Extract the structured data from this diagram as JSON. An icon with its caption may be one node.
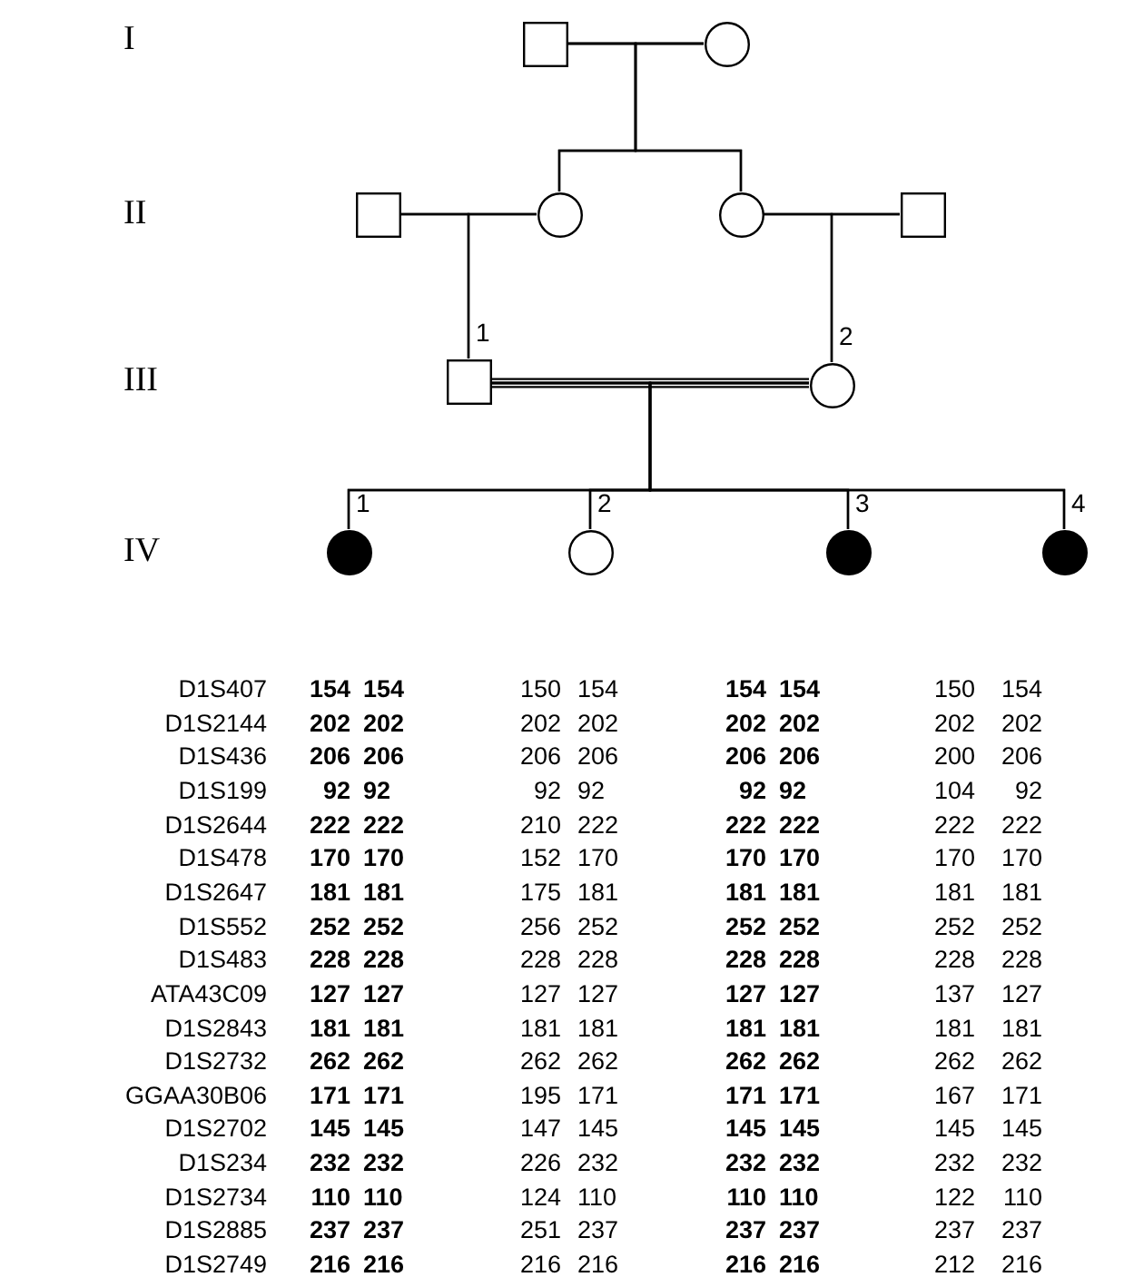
{
  "diagram": {
    "nodes": [
      {
        "text": [],
        "shape": "square"
      },
      {
        "text": [],
        "shape": "circle"
      },
      {
        "text": [],
        "shape": "square"
      },
      {
        "text": [],
        "shape": "circle"
      },
      {
        "text": [],
        "shape": "circle"
      },
      {
        "text": [],
        "shape": "square"
      },
      {
        "text": [],
        "shape": "square",
        "beside": [
          "1"
        ]
      },
      {
        "text": [],
        "shape": "circle",
        "beside": [
          "2"
        ]
      },
      {
        "text": [],
        "shape": "disc",
        "beside": [
          "1"
        ]
      },
      {
        "text": [],
        "shape": "circle",
        "beside": [
          "2"
        ]
      },
      {
        "text": [],
        "shape": "disc",
        "beside": [
          "3"
        ]
      },
      {
        "text": [],
        "shape": "disc",
        "beside": [
          "4"
        ]
      }
    ],
    "edges": [
      {
        "from": 0,
        "to": 1,
        "arrow": "none"
      },
      {
        "from": 0,
        "to": 3,
        "arrow": "none"
      },
      {
        "from": 1,
        "to": 3,
        "arrow": "none"
      },
      {
        "from": 0,
        "to": 4,
        "arrow": "none"
      },
      {
        "from": 1,
        "to": 4,
        "arrow": "none"
      },
      {
        "from": 2,
        "to": 3,
        "arrow": "none"
      },
      {
        "from": 4,
        "to": 5,
        "arrow": "none"
      },
      {
        "from": 2,
        "to": 6,
        "arrow": "none"
      },
      {
        "from": 3,
        "to": 6,
        "arrow": "none"
      },
      {
        "from": 4,
        "to": 7,
        "arrow": "none"
      },
      {
        "from": 5,
        "to": 7,
        "arrow": "none"
      },
      {
        "from": 6,
        "to": 7,
        "arrow": "none"
      },
      {
        "from": 6,
        "to": 8,
        "arrow": "none"
      },
      {
        "from": 7,
        "to": 8,
        "arrow": "none"
      },
      {
        "from": 6,
        "to": 9,
        "arrow": "none"
      },
      {
        "from": 7,
        "to": 9,
        "arrow": "none"
      },
      {
        "from": 6,
        "to": 10,
        "arrow": "none"
      },
      {
        "from": 7,
        "to": 10,
        "arrow": "none"
      },
      {
        "from": 6,
        "to": 11,
        "arrow": "none"
      },
      {
        "from": 7,
        "to": 11,
        "arrow": "none"
      }
    ],
    "labels": [
      "I",
      "II",
      "III",
      "IV",
      "D1S407",
      "154",
      "154",
      "150",
      "154",
      "154",
      "154",
      "150",
      "154",
      "D1S2144",
      "202",
      "202",
      "202",
      "202",
      "202",
      "202",
      "202",
      "202",
      "D1S436",
      "206",
      "206",
      "206",
      "206",
      "206",
      "206",
      "200",
      "206",
      "D1S199",
      "92",
      "92",
      "92",
      "92",
      "92",
      "92",
      "104",
      "92",
      "D1S2644",
      "222",
      "222",
      "210",
      "222",
      "222",
      "222",
      "222",
      "222",
      "D1S478",
      "170",
      "170",
      "152",
      "170",
      "170",
      "170",
      "170",
      "170",
      "D1S2647",
      "181",
      "181",
      "175",
      "181",
      "181",
      "181",
      "181",
      "181",
      "D1S552",
      "252",
      "252",
      "256",
      "252",
      "252",
      "252",
      "252",
      "252",
      "D1S483",
      "228",
      "228",
      "228",
      "228",
      "228",
      "228",
      "228",
      "228",
      "ATA43C09",
      "127",
      "127",
      "127",
      "127",
      "127",
      "127",
      "137",
      "127",
      "D1S2843",
      "181",
      "181",
      "181",
      "181",
      "181",
      "181",
      "181",
      "181",
      "D1S2732",
      "262",
      "262",
      "262",
      "262",
      "262",
      "262",
      "262",
      "262",
      "GGAA30B06",
      "171",
      "171",
      "195",
      "171",
      "171",
      "171",
      "167",
      "171",
      "D1S2702",
      "145",
      "145",
      "147",
      "145",
      "145",
      "145",
      "145",
      "145",
      "D1S234",
      "232",
      "232",
      "226",
      "232",
      "232",
      "232",
      "232",
      "232",
      "D1S2734",
      "110",
      "110",
      "124",
      "110",
      "110",
      "110",
      "122",
      "110",
      "D1S2885",
      "237",
      "237",
      "251",
      "237",
      "237",
      "237",
      "237",
      "237",
      "D1S2749",
      "216",
      "216",
      "216",
      "216",
      "216",
      "216",
      "212",
      "216"
    ]
  }
}
